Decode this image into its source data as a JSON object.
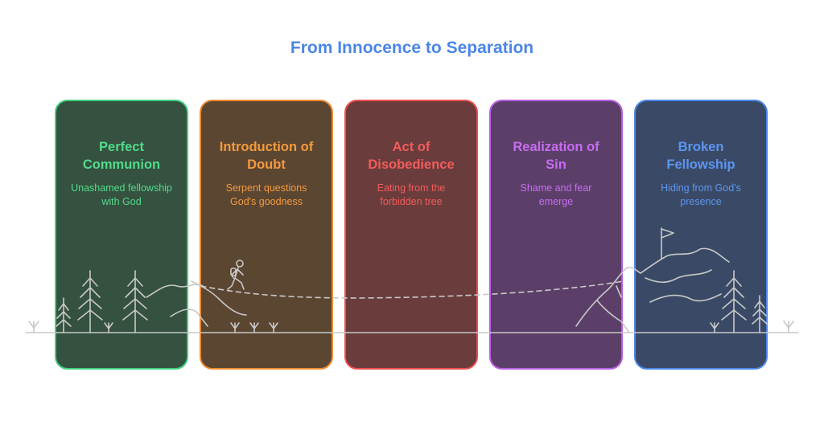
{
  "title": "From Innocence to Separation",
  "stages": [
    {
      "title_line1": "Perfect",
      "title_line2": "Communion",
      "desc_line1": "Unashamed fellowship",
      "desc_line2": "with God",
      "color": "#52db8c"
    },
    {
      "title_line1": "Introduction of",
      "title_line2": "Doubt",
      "desc_line1": "Serpent questions",
      "desc_line2": "God's goodness",
      "color": "#f59a3e"
    },
    {
      "title_line1": "Act of",
      "title_line2": "Disobedience",
      "desc_line1": "Eating from the",
      "desc_line2": "forbidden tree",
      "color": "#f25c5c"
    },
    {
      "title_line1": "Realization of",
      "title_line2": "Sin",
      "desc_line1": "Shame and fear",
      "desc_line2": "emerge",
      "color": "#c76cf2"
    },
    {
      "title_line1": "Broken",
      "title_line2": "Fellowship",
      "desc_line1": "Hiding from God's",
      "desc_line2": "presence",
      "color": "#5c95f0"
    }
  ],
  "icons": [
    "pine-tree-icon",
    "hiker-icon",
    "flag-icon",
    "grass-tuft-icon"
  ]
}
